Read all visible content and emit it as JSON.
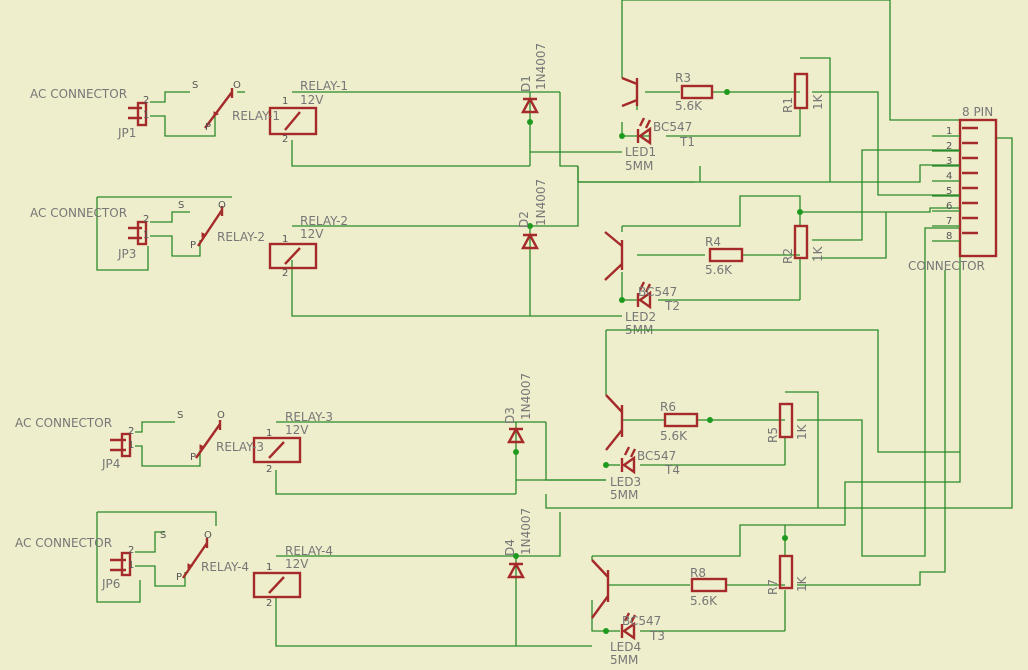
{
  "connector": {
    "header": "8 PIN",
    "name": "CONNECTOR",
    "pins": [
      "1",
      "2",
      "3",
      "4",
      "5",
      "6",
      "7",
      "8"
    ]
  },
  "blocks": [
    {
      "ac": "AC CONNECTOR",
      "jp": "JP1",
      "jp_pin_top": "2",
      "jp_pin_bot": "1",
      "sw_s": "S",
      "sw_o": "O",
      "sw_p": "P",
      "relay_name": "RELAY-1",
      "relay_value": "12V",
      "relay_sw": "RELAY-1",
      "relay_pin1": "1",
      "relay_pin2": "2",
      "diode": "D1",
      "diode_value": "1N4007",
      "r_base": "R3",
      "r_base_value": "5.6K",
      "r_pot": "R1",
      "r_pot_value": "1K",
      "transistor_type": "BC547",
      "transistor": "T1",
      "led": "LED1",
      "led_size": "5MM"
    },
    {
      "ac": "AC CONNECTOR",
      "jp": "JP3",
      "jp_pin_top": "2",
      "jp_pin_bot": "1",
      "sw_s": "S",
      "sw_o": "O",
      "sw_p": "P",
      "relay_name": "RELAY-2",
      "relay_value": "12V",
      "relay_sw": "RELAY-2",
      "relay_pin1": "1",
      "relay_pin2": "2",
      "diode": "D2",
      "diode_value": "1N4007",
      "r_base": "R4",
      "r_base_value": "5.6K",
      "r_pot": "R2",
      "r_pot_value": "1K",
      "transistor_type": "BC547",
      "transistor": "T2",
      "led": "LED2",
      "led_size": "5MM"
    },
    {
      "ac": "AC CONNECTOR",
      "jp": "JP4",
      "jp_pin_top": "2",
      "jp_pin_bot": "1",
      "sw_s": "S",
      "sw_o": "O",
      "sw_p": "P",
      "relay_name": "RELAY-3",
      "relay_value": "12V",
      "relay_sw": "RELAY-3",
      "relay_pin1": "1",
      "relay_pin2": "2",
      "diode": "D3",
      "diode_value": "1N4007",
      "r_base": "R6",
      "r_base_value": "5.6K",
      "r_pot": "R5",
      "r_pot_value": "1K",
      "transistor_type": "BC547",
      "transistor": "T4",
      "led": "LED3",
      "led_size": "5MM"
    },
    {
      "ac": "AC CONNECTOR",
      "jp": "JP6",
      "jp_pin_top": "2",
      "jp_pin_bot": "1",
      "sw_s": "S",
      "sw_o": "O",
      "sw_p": "P",
      "relay_name": "RELAY-4",
      "relay_value": "12V",
      "relay_sw": "RELAY-4",
      "relay_pin1": "1",
      "relay_pin2": "2",
      "diode": "D4",
      "diode_value": "1N4007",
      "r_base": "R8",
      "r_base_value": "5.6K",
      "r_pot": "R7",
      "r_pot_value": "1K",
      "transistor_type": "BC547",
      "transistor": "T3",
      "led": "LED4",
      "led_size": "5MM"
    }
  ]
}
